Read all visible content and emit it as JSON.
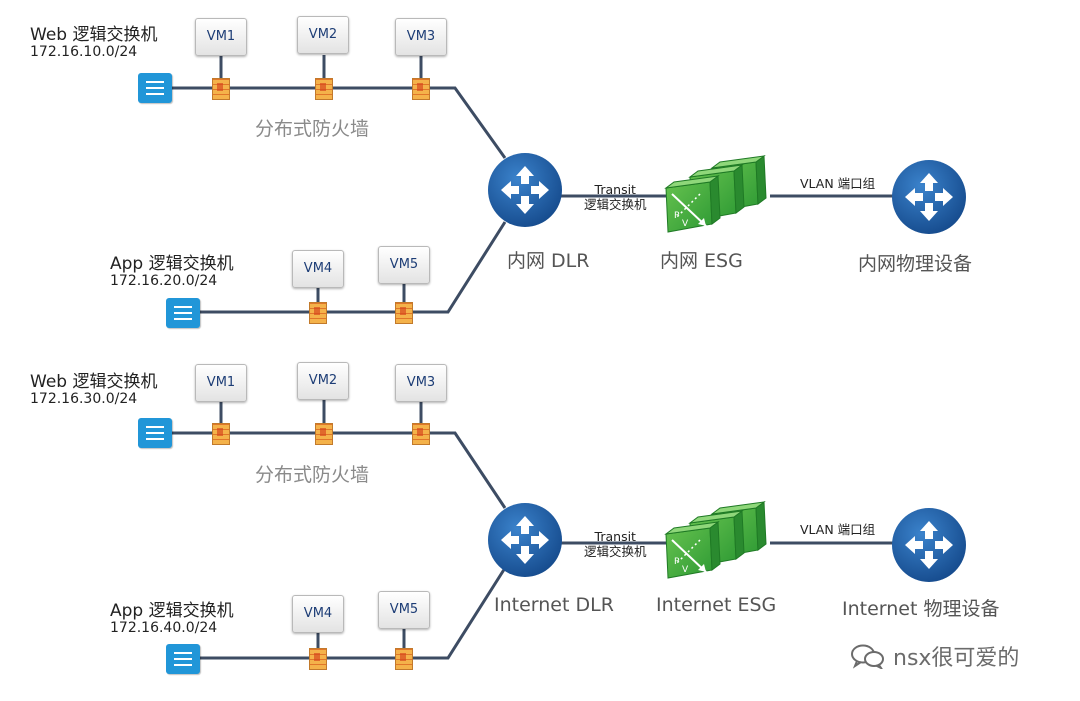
{
  "top": {
    "web_segment": {
      "title": "Web 逻辑交换机",
      "subnet": "172.16.10.0/24",
      "vms": [
        "VM1",
        "VM2",
        "VM3"
      ]
    },
    "app_segment": {
      "title": "App 逻辑交换机",
      "subnet": "172.16.20.0/24",
      "vms": [
        "VM4",
        "VM5"
      ]
    },
    "dfw_label": "分布式防火墙",
    "dlr_label": "内网 DLR",
    "transit_label_1": "Transit",
    "transit_label_2": "逻辑交换机",
    "esg_label": "内网 ESG",
    "vlan_label": "VLAN 端口组",
    "physical_label": "内网物理设备"
  },
  "bottom": {
    "web_segment": {
      "title": "Web 逻辑交换机",
      "subnet": "172.16.30.0/24",
      "vms": [
        "VM1",
        "VM2",
        "VM3"
      ]
    },
    "app_segment": {
      "title": "App 逻辑交换机",
      "subnet": "172.16.40.0/24",
      "vms": [
        "VM4",
        "VM5"
      ]
    },
    "dfw_label": "分布式防火墙",
    "dlr_label": "Internet DLR",
    "transit_label_1": "Transit",
    "transit_label_2": "逻辑交换机",
    "esg_label": "Internet ESG",
    "vlan_label": "VLAN 端口组",
    "physical_label": "Internet 物理设备"
  },
  "watermark": "nsx很可爱的",
  "colors": {
    "line": "#3d4c63",
    "router": "#1f5fa8",
    "esg": "#3fae3a",
    "switch": "#2196d8",
    "firewall": "#f2a43c"
  }
}
